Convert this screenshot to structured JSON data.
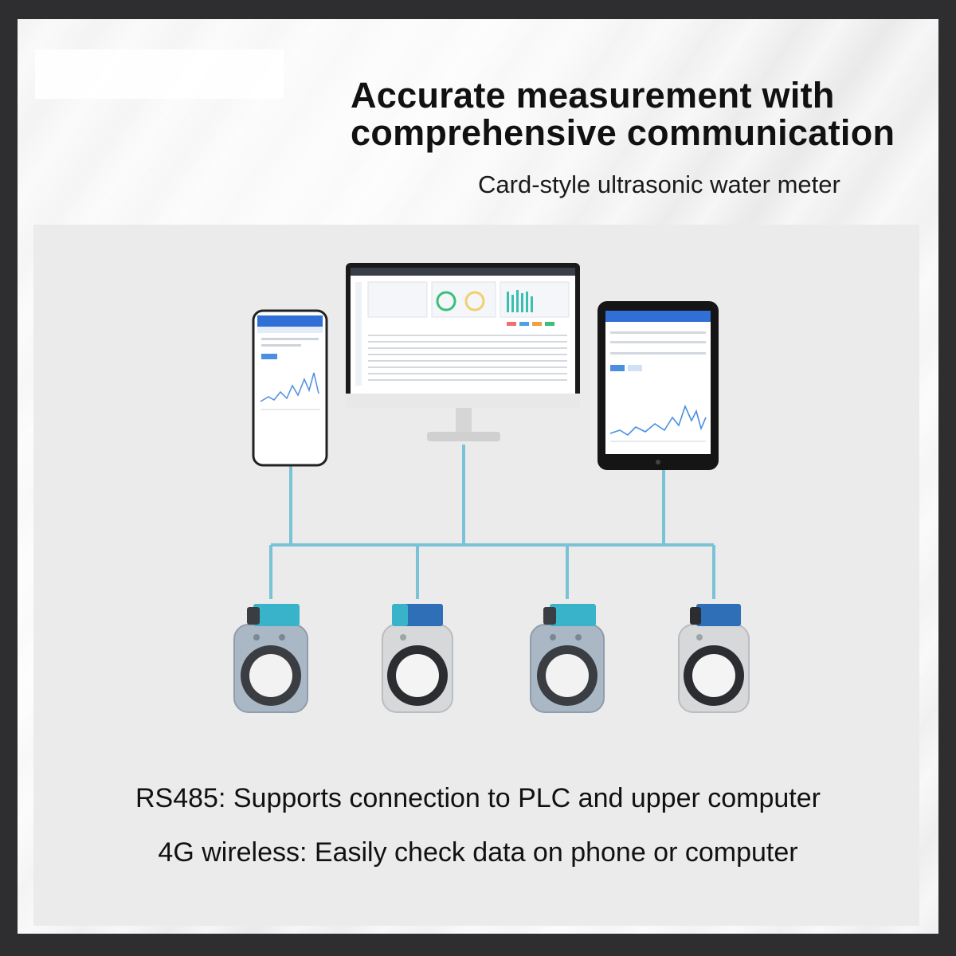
{
  "header": {
    "title_line1": "Accurate measurement with",
    "title_line2": "comprehensive communication",
    "subtitle": "Card-style ultrasonic water meter"
  },
  "features": {
    "rs485": "RS485: Supports connection to PLC and upper computer",
    "wireless": "4G wireless: Easily check data on phone or computer"
  },
  "colors": {
    "connector_line": "#7ac3d6",
    "meter_cap": "#39b3c9",
    "screen_accent": "#2f6fd6"
  },
  "devices": [
    "smartphone-icon",
    "desktop-monitor-icon",
    "tablet-icon"
  ],
  "meter_count": 4
}
